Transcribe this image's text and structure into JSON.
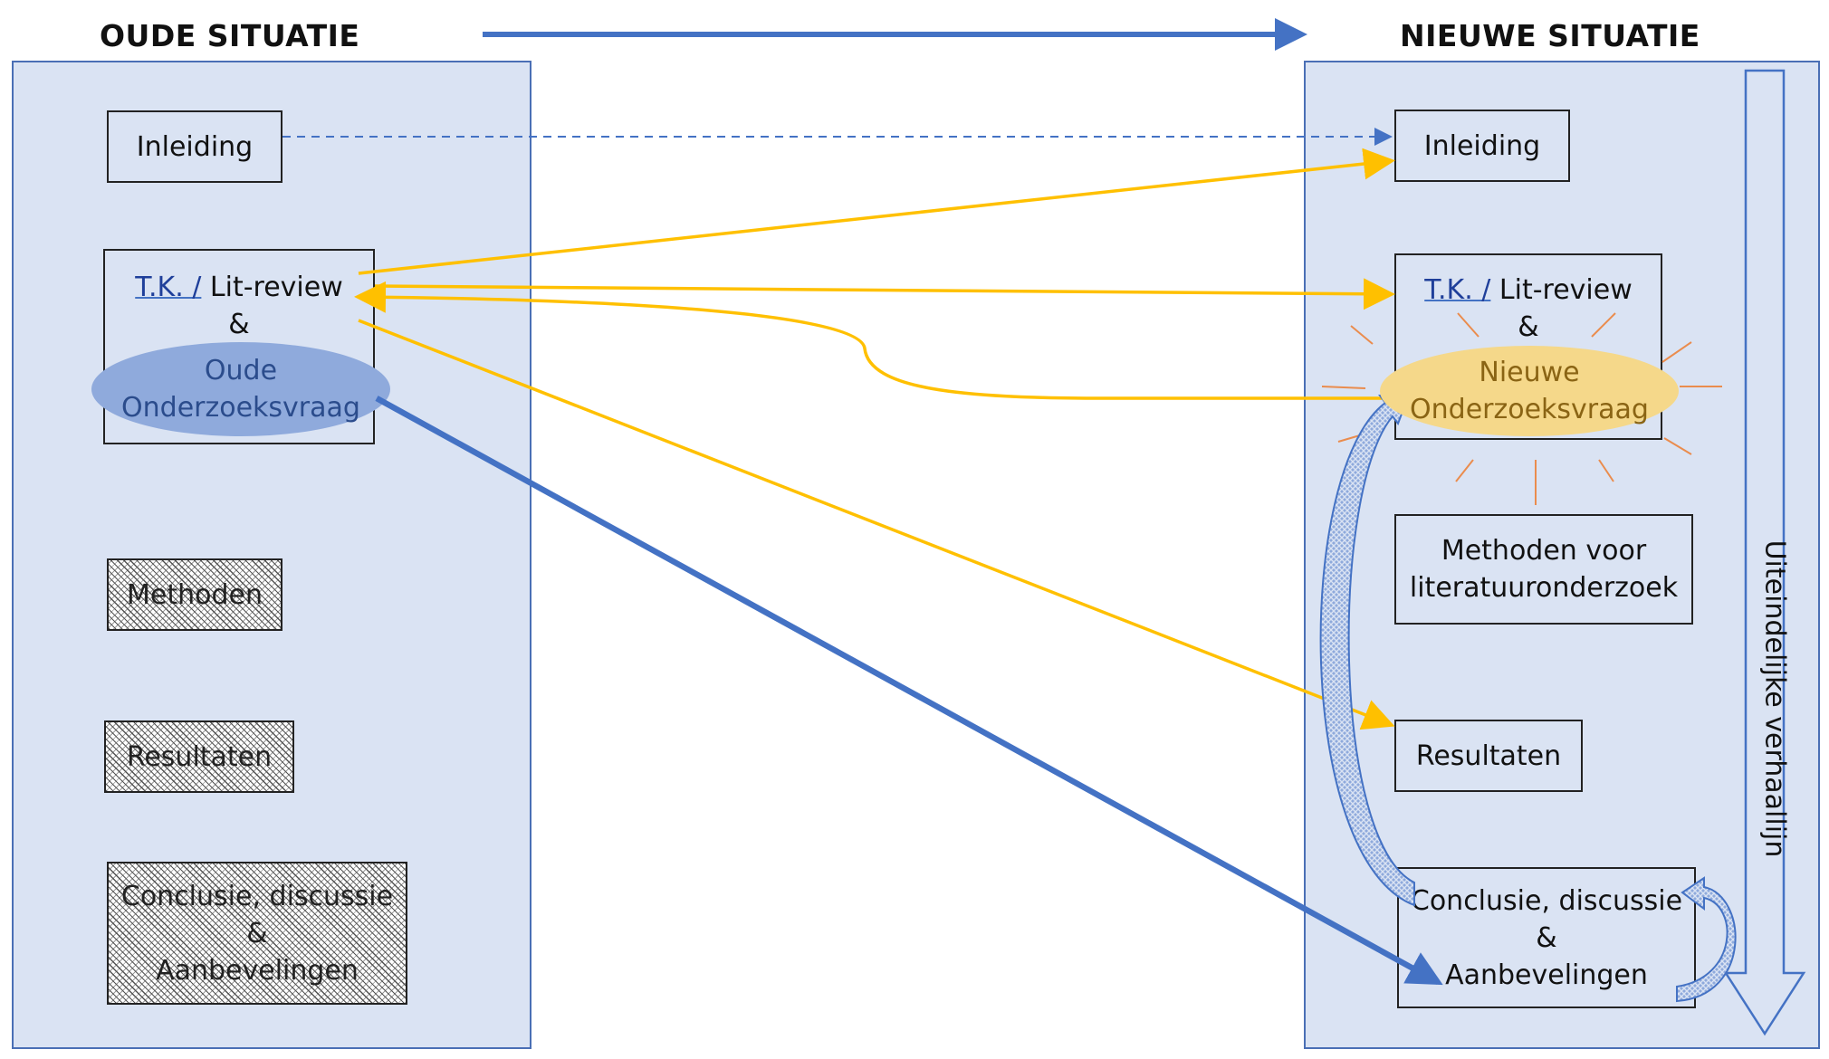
{
  "old": {
    "heading": "OUDE SITUATIE",
    "inleiding": "Inleiding",
    "tk": "T.K. /",
    "litreview": " Lit-review",
    "amp": "&",
    "vraag_line1": "Oude",
    "vraag_line2": "Onderzoeksvraag",
    "methoden": "Methoden",
    "resultaten": "Resultaten",
    "conclusie_line1": "Conclusie, discussie",
    "conclusie_line2": "&",
    "conclusie_line3": "Aanbevelingen"
  },
  "new": {
    "heading": "NIEUWE SITUATIE",
    "inleiding": "Inleiding",
    "tk": "T.K. /",
    "litreview": " Lit-review",
    "amp": "&",
    "vraag_line1": "Nieuwe",
    "vraag_line2": "Onderzoeksvraag",
    "methoden_line1": "Methoden voor",
    "methoden_line2": "literatuuronderzoek",
    "resultaten": "Resultaten",
    "conclusie_line1": "Conclusie, discussie",
    "conclusie_line2": "&",
    "conclusie_line3": "Aanbevelingen",
    "storyline": "Uiteindelijke verhaallijn"
  },
  "colors": {
    "panel_fill": "#dae3f3",
    "blue_arrow": "#4472c4",
    "yellow_arrow": "#ffc000",
    "orange_rays": "#ed7d31",
    "old_question": "#8faadc",
    "new_question": "#f5d88a"
  }
}
